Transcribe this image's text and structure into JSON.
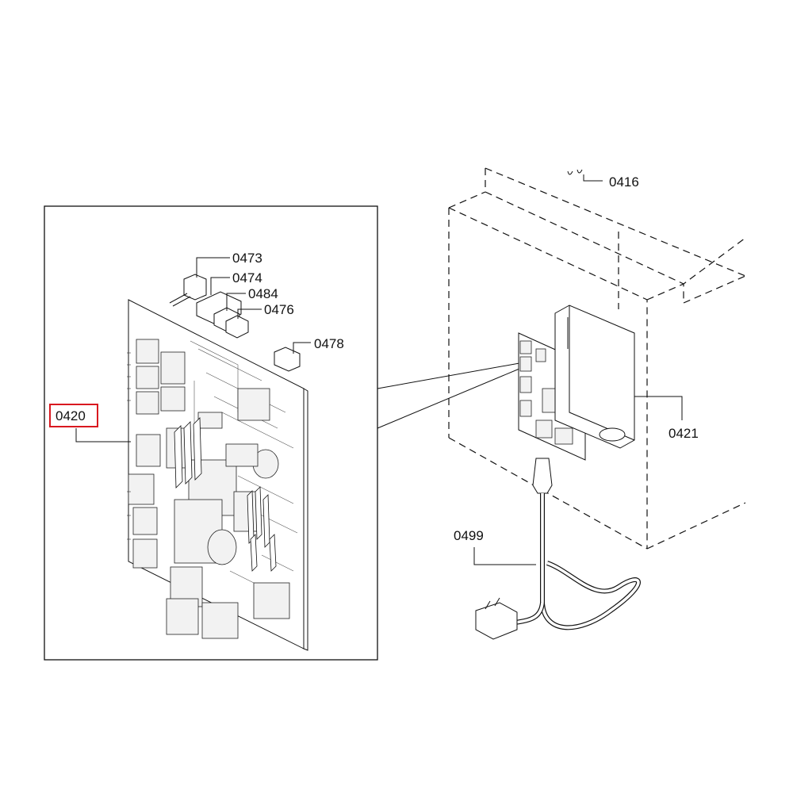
{
  "callouts": {
    "c0416": "0416",
    "c0420": "0420",
    "c0421": "0421",
    "c0473": "0473",
    "c0474": "0474",
    "c0476": "0476",
    "c0478": "0478",
    "c0484": "0484",
    "c0499": "0499"
  },
  "highlight": {
    "part": "0420",
    "color": "#d9181f"
  },
  "icons": [
    "circuit-board",
    "appliance-housing",
    "connector",
    "power-cord",
    "mains-plug"
  ]
}
